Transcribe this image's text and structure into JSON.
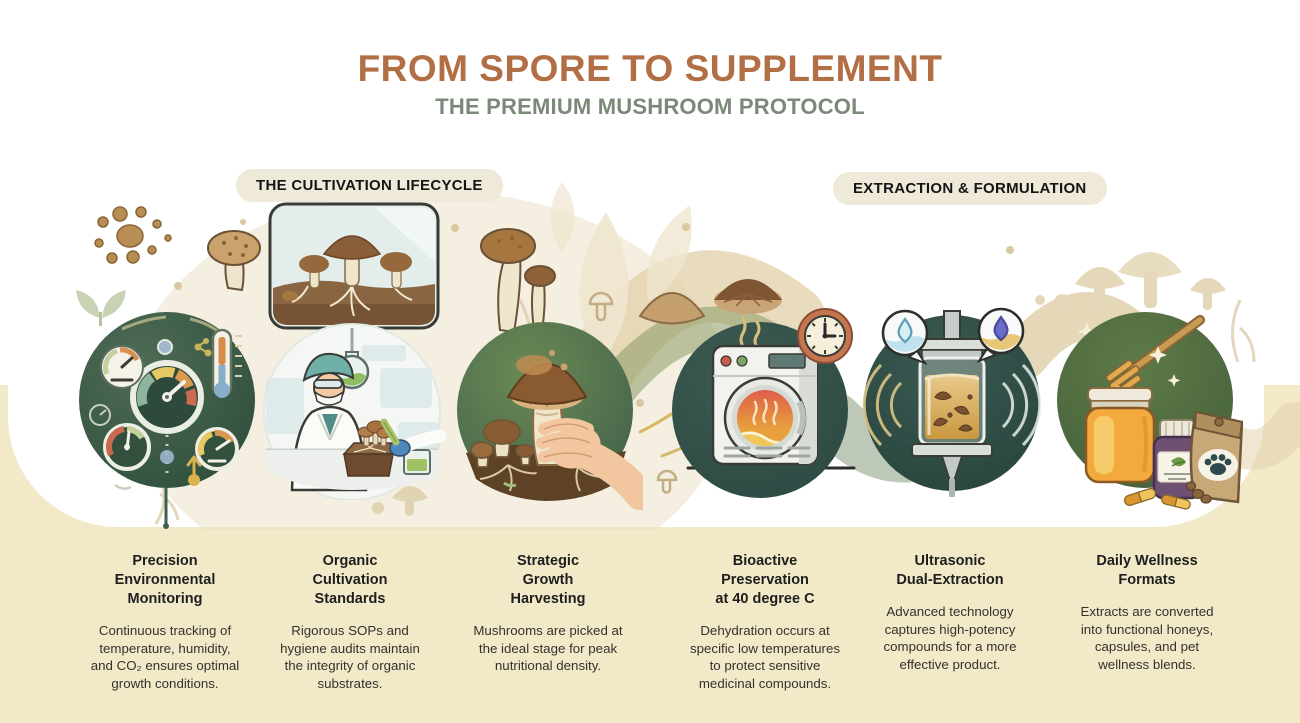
{
  "header": {
    "title": "FROM SPORE TO SUPPLEMENT",
    "subtitle": "THE PREMIUM MUSHROOM PROTOCOL"
  },
  "section_badges": [
    {
      "label": "THE CULTIVATION LIFECYCLE"
    },
    {
      "label": "EXTRACTION & FORMULATION"
    }
  ],
  "stages": [
    {
      "id": "precision-environmental-monitoring",
      "icon": "environment-gauges-illustration",
      "title": "Precision\nEnvironmental\nMonitoring",
      "description": "Continuous tracking of\ntemperature, humidity,\nand CO₂ ensures optimal\ngrowth conditions."
    },
    {
      "id": "organic-cultivation-standards",
      "icon": "lab-cultivation-illustration",
      "title": "Organic\nCultivation\nStandards",
      "description": "Rigorous SOPs and\nhygiene audits maintain\nthe integrity of organic\nsubstrates."
    },
    {
      "id": "strategic-growth-harvesting",
      "icon": "hand-picking-mushroom-illustration",
      "title": "Strategic\nGrowth\nHarvesting",
      "description": "Mushrooms are picked at\nthe ideal stage for peak\nnutritional density."
    },
    {
      "id": "bioactive-preservation",
      "icon": "dehydrator-clock-illustration",
      "title": "Bioactive\nPreservation\nat 40 degree C",
      "description": "Dehydration occurs at\nspecific low temperatures\nto protect sensitive\nmedicinal compounds."
    },
    {
      "id": "ultrasonic-dual-extraction",
      "icon": "ultrasonic-extractor-illustration",
      "title": "Ultrasonic\nDual-Extraction",
      "description": "Advanced technology\ncaptures high-potency\ncompounds for a more\neffective product."
    },
    {
      "id": "daily-wellness-formats",
      "icon": "honey-capsules-pet-pouch-illustration",
      "title": "Daily Wellness\nFormats",
      "description": "Extracts are converted\ninto functional honeys,\ncapsules, and pet\nwellness blends."
    }
  ],
  "colors": {
    "title_accent": "#B26F45",
    "subtitle_green": "#7B8A78",
    "cream_background": "#F2E9C8",
    "badge_background": "#EFE9DA",
    "circle_green_dark": "#33524A",
    "circle_green_olive": "#5F7A48",
    "text_dark": "#1E1E1E"
  }
}
